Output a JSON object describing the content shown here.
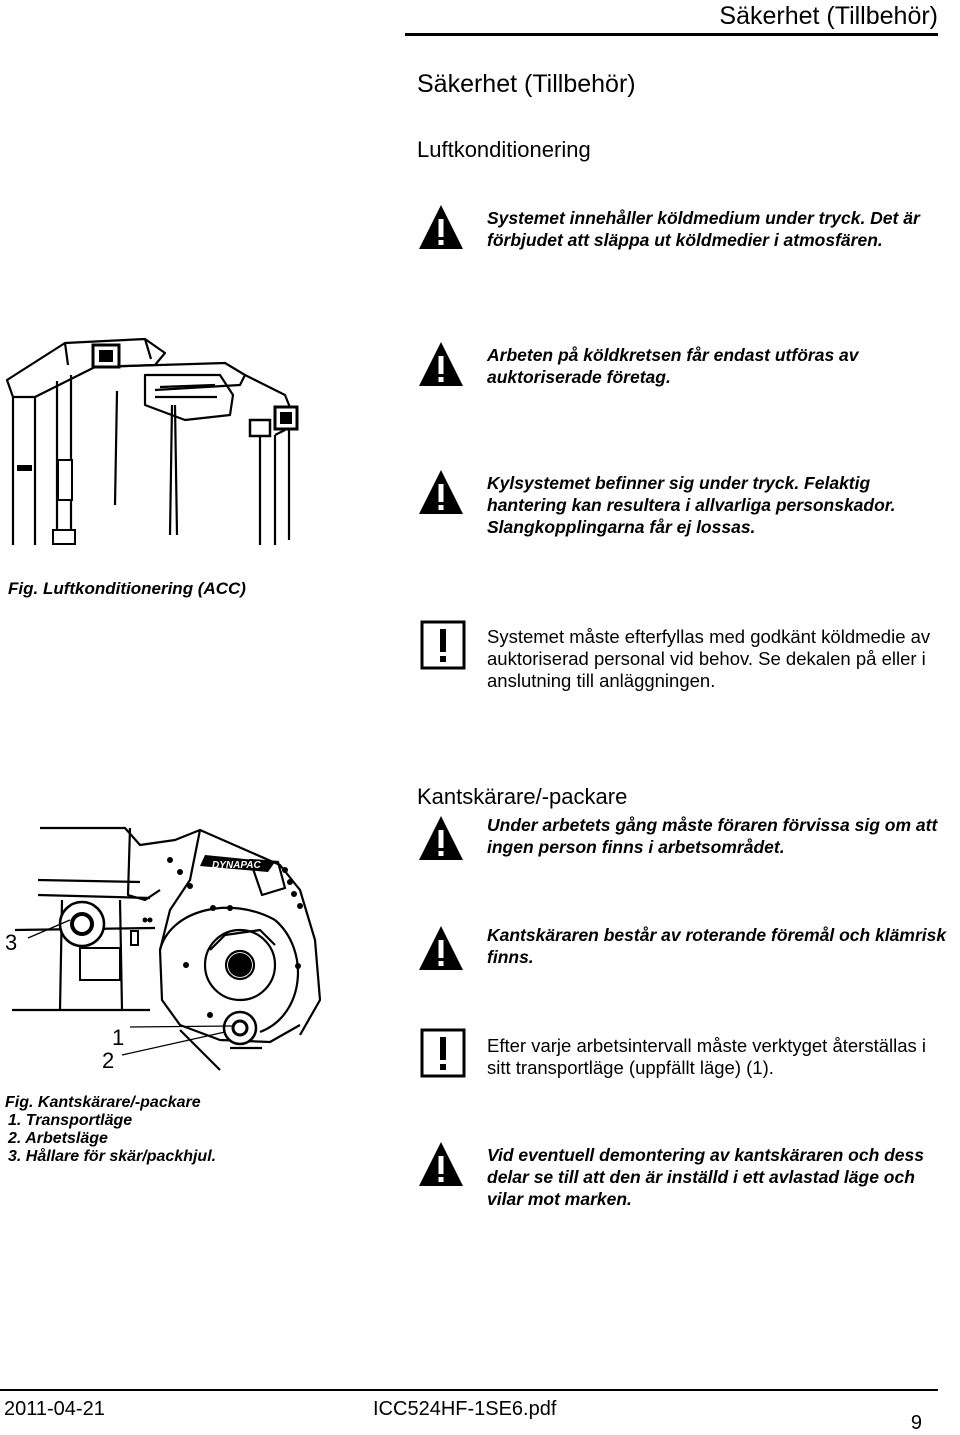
{
  "header": {
    "title": "Säkerhet (Tillbehör)"
  },
  "section": {
    "title": "Säkerhet (Tillbehör)",
    "subtitle": "Luftkonditionering"
  },
  "ac": {
    "warnings": [
      "Systemet innehåller köldmedium under tryck. Det är förbjudet att släppa ut köldmedier i atmosfären.",
      "Arbeten på köldkretsen får endast utföras av auktoriserade företag.",
      "Kylsystemet befinner sig under tryck. Felaktig hantering kan resultera i allvarliga personskador. Slangkopplingarna får ej lossas."
    ],
    "figure_caption": "Fig. Luftkonditionering (ACC)",
    "note": "Systemet måste efterfyllas med godkänt köldmedie av auktoriserad personal vid behov. Se dekalen på eller i anslutning till anläggningen."
  },
  "edge": {
    "title": "Kantskärare/-packare",
    "warning1": "Under arbetets gång måste föraren förvissa sig om att ingen person finns i arbetsområdet.",
    "warning2": "Kantskäraren består av roterande föremål och klämrisk finns.",
    "note": "Efter varje arbetsintervall måste verktyget återställas i sitt transportläge (uppfällt läge) (1).",
    "warning3": "Vid eventuell demontering av kantskäraren och dess delar se till att den är inställd i ett avlastad läge och vilar mot marken.",
    "figure_caption": {
      "title": "Fig. Kantskärare/-packare",
      "items": [
        "1. Transportläge",
        "2. Arbetsläge",
        "3. Hållare för skär/packhjul."
      ]
    },
    "callouts": {
      "c1": "1",
      "c2": "2",
      "c3": "3"
    },
    "logo_text": "DYNAPAC"
  },
  "footer": {
    "date": "2011-04-21",
    "file": "ICC524HF-1SE6.pdf",
    "page": "9"
  }
}
